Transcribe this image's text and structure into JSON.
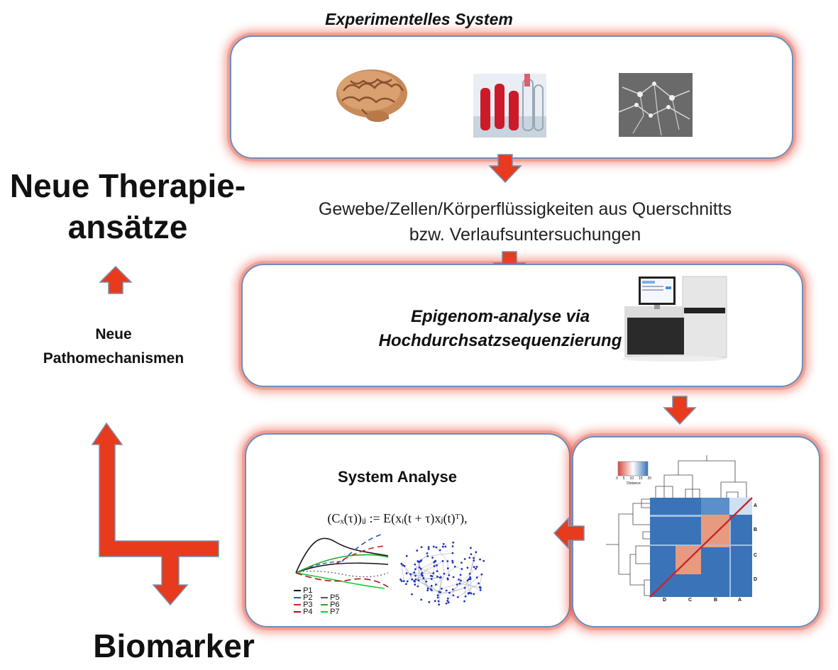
{
  "top_title": "Experimentelles System",
  "left": {
    "therapy_line1": "Neue Therapie-",
    "therapy_line2": "ansätze",
    "patho_line1": "Neue",
    "patho_line2": "Pathomechanismen",
    "biomarker": "Biomarker"
  },
  "sample_text": {
    "line1": "Gewebe/Zellen/Körperflüssigkeiten aus Querschnitts",
    "line2": "bzw. Verlaufsuntersuchungen"
  },
  "sequencing": {
    "line1": "Epigenom-analyse via",
    "line2": "Hochdurchsatzsequenzierung"
  },
  "system_analysis": {
    "title": "System Analyse",
    "formula": "(Cₓ(τ))ᵢⱼ := E(xᵢ(t + τ)xⱼ(t)ᵀ),",
    "legend": [
      {
        "label": "P1",
        "color": "#111111"
      },
      {
        "label": "P2",
        "color": "#2255cc"
      },
      {
        "label": "P3",
        "color": "#cc2222"
      },
      {
        "label": "P4",
        "color": "#aa1111"
      },
      {
        "label": "P5",
        "color": "#555555"
      },
      {
        "label": "P6",
        "color": "#22aa22"
      },
      {
        "label": "P7",
        "color": "#11cc33"
      }
    ]
  },
  "heatmap": {
    "scale_label": "Distance",
    "scale_ticks": [
      "0",
      "5",
      "10",
      "15",
      "20"
    ],
    "row_labels": [
      "A",
      "B",
      "C",
      "D"
    ],
    "col_labels": [
      "D",
      "C",
      "B",
      "A"
    ]
  },
  "colors": {
    "arrow": "#e83a1c",
    "box_border": "#6a8fbf",
    "glow": "#e8503c",
    "heat_blue": "#3a73b8",
    "heat_red": "#e89a80"
  }
}
